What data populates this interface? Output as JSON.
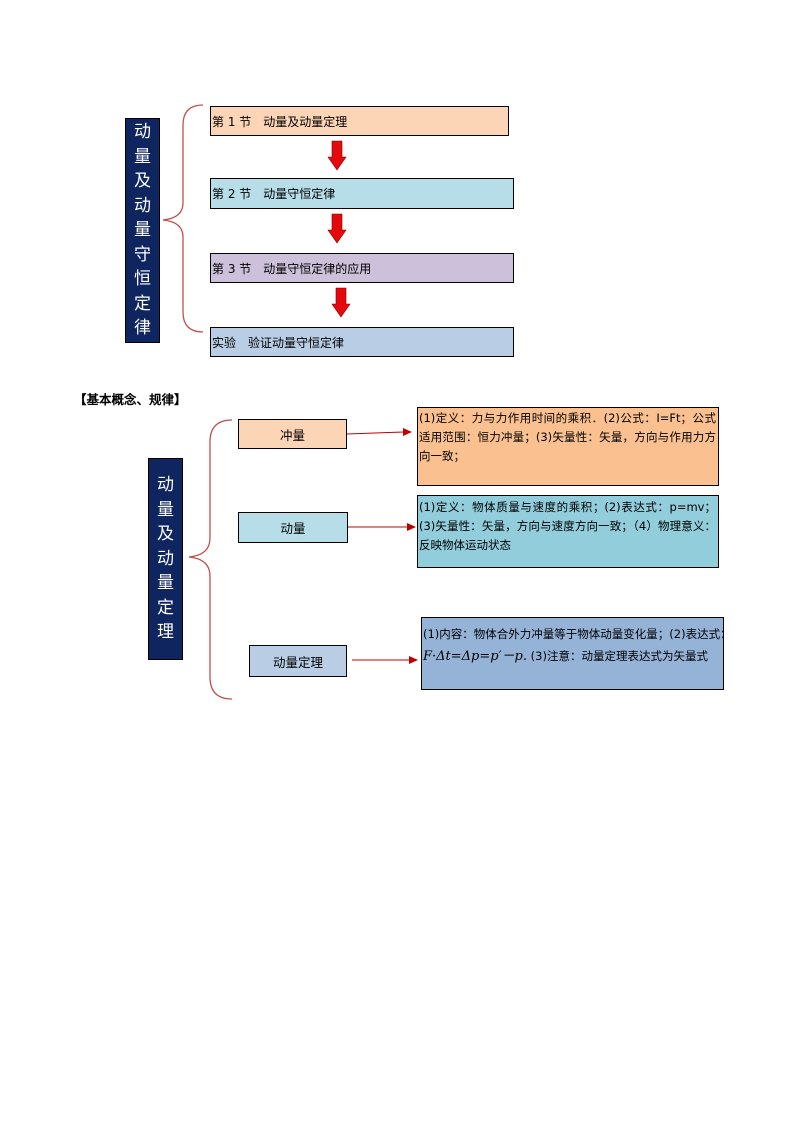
{
  "top_map": {
    "title": "动量及动量守恒定律",
    "items": [
      {
        "label": "第 1 节　动量及动量定理",
        "color": "#fbd5b5"
      },
      {
        "label": "第 2 节　动量守恒定律",
        "color": "#b7dee8"
      },
      {
        "label": "第 3 节　动量守恒定律的应用",
        "color": "#ccc0da"
      },
      {
        "label": "实验　验证动量守恒定律",
        "color": "#b9cde5"
      }
    ],
    "arrow_color": "#e3090c"
  },
  "section_heading": "【基本概念、规律】",
  "concept_map": {
    "title": "动量及动量定理",
    "concepts": [
      {
        "label": "冲量",
        "color": "#fbd5b5",
        "desc": "(1)定义：力与力作用时间的乘积．(2)公式：I=Ft；公式适用范围：恒力冲量；(3)矢量性：矢量，方向与作用力方向一致；",
        "desc_color": "#fac090"
      },
      {
        "label": "动量",
        "color": "#b7dee8",
        "desc": "(1)定义：物体质量与速度的乘积；(2)表达式：p=mv；(3)矢量性：矢量，方向与速度方向一致；（4）物理意义：反映物体运动状态",
        "desc_color": "#92cddc"
      },
      {
        "label": "动量定理",
        "color": "#b9cde5",
        "desc_line1": "(1)内容：物体合外力冲量等于物体动量变化量；(2)表达式：",
        "desc_line2_formula": "F·Δt=Δp=p′－p.",
        "desc_line2_rest": "(3)注意：动量定理表达式为矢量式",
        "desc_color": "#95b3d7"
      }
    ],
    "bracket_color": "#c0504d",
    "connector_color": "#c00000"
  }
}
